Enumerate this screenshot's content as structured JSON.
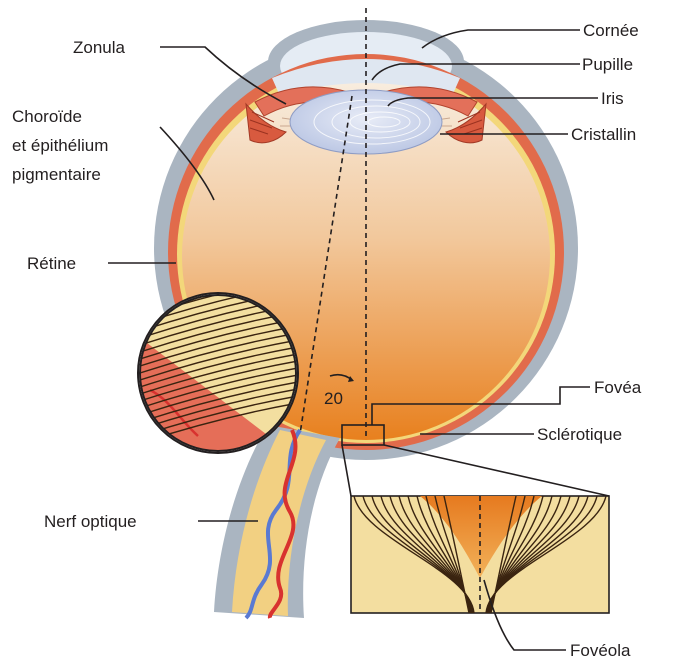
{
  "labels": {
    "zonula": "Zonula",
    "choroide_line1": "Choroïde",
    "choroide_line2": "et épithélium",
    "choroide_line3": "pigmentaire",
    "retine": "Rétine",
    "nerf_optique": "Nerf optique",
    "cornee": "Cornée",
    "pupille": "Pupille",
    "iris": "Iris",
    "cristallin": "Cristallin",
    "fovea": "Fovéa",
    "sclerotique": "Sclérotique",
    "foveola": "Fovéola",
    "angle": "20"
  },
  "colors": {
    "sclera": "#a9b4c0",
    "choroid": "#e06a4a",
    "retina_yellow": "#f3d77a",
    "vitreous_top": "#f7ead8",
    "vitreous_bottom": "#e8801e",
    "lens": "#c9d3ea",
    "iris": "#e3705a",
    "nerve": "#f1cf7e",
    "artery": "#d8322f",
    "vein": "#5a7ad2"
  }
}
